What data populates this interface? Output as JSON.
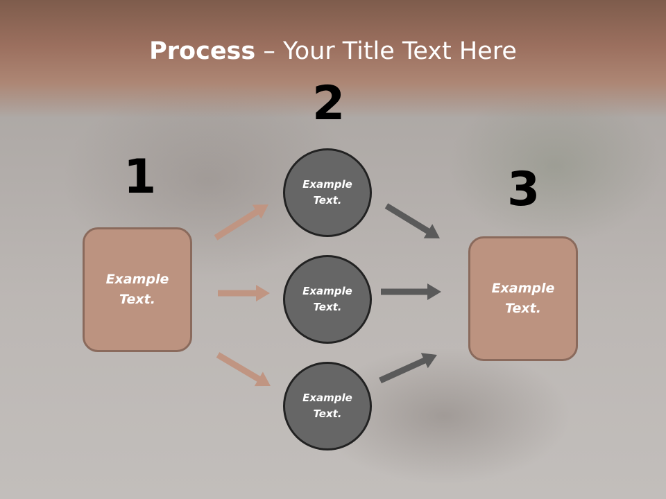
{
  "title": {
    "bold": "Process",
    "rest": " – Your Title Text Here"
  },
  "steps": [
    {
      "number": "1",
      "text": "Example Text."
    },
    {
      "number": "2",
      "items": [
        "Example Text.",
        "Example Text.",
        "Example Text."
      ]
    },
    {
      "number": "3",
      "text": "Example Text."
    }
  ],
  "colors": {
    "box_fill": "#bc9380",
    "box_border": "#8a6a5c",
    "circle_fill": "#666666",
    "circle_border": "#222222",
    "left_arrows": "#c09582",
    "right_arrows": "#5a5a5a",
    "title_band": "#a57a68"
  }
}
